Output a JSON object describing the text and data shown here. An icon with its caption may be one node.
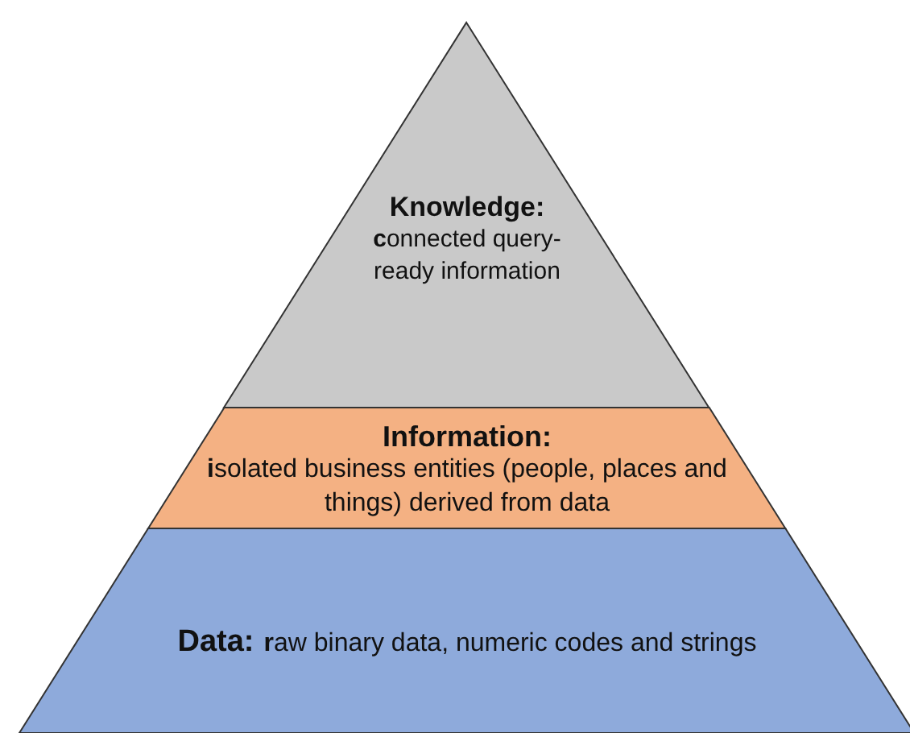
{
  "diagram": {
    "nodes": [
      {
        "text": [
          "Knowledge:",
          "**c**onnected query-ready information"
        ]
      },
      {
        "text": [
          "Information:",
          "**i**solated business entities (people, places and things) derived from data"
        ]
      },
      {
        "text": [
          "Data:",
          "**r**aw binary data, numeric codes and strings"
        ]
      }
    ]
  }
}
